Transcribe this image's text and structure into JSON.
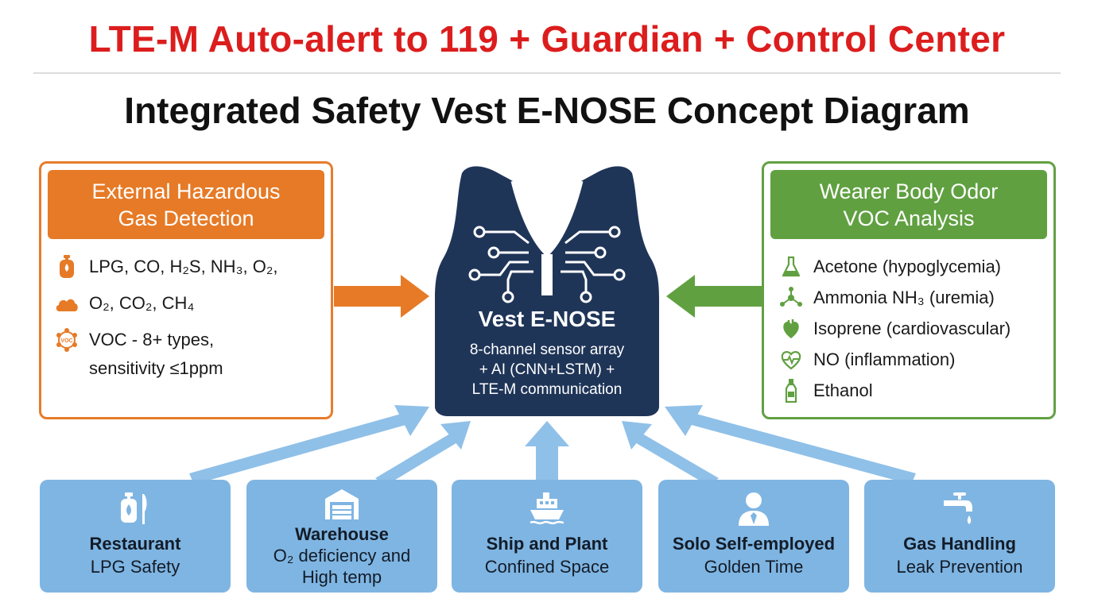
{
  "header": {
    "top_title": "LTE-M Auto-alert to 119 + Guardian + Control Center",
    "main_title": "Integrated Safety Vest E-NOSE Concept Diagram"
  },
  "left_panel": {
    "title_line1": "External Hazardous",
    "title_line2": "Gas Detection",
    "items": [
      {
        "icon": "gas-cylinder-icon",
        "text": "LPG, CO, H₂S, NH₃, O₂,"
      },
      {
        "icon": "cloud-icon",
        "text": "O₂, CO₂, CH₄"
      },
      {
        "icon": "voc-molecule-icon",
        "text": "VOC - 8+ types,",
        "text2": "sensitivity ≤1ppm",
        "badge": "VOC"
      }
    ]
  },
  "right_panel": {
    "title_line1": "Wearer Body Odor",
    "title_line2": "VOC Analysis",
    "items": [
      {
        "icon": "flask-icon",
        "text": "Acetone (hypoglycemia)"
      },
      {
        "icon": "molecule-icon",
        "text": "Ammonia NH₃ (uremia)"
      },
      {
        "icon": "heart-icon",
        "text": "Isoprene (cardiovascular)"
      },
      {
        "icon": "heart-pulse-icon",
        "text": "NO (inflammation)"
      },
      {
        "icon": "bottle-icon",
        "text": "Ethanol"
      }
    ]
  },
  "vest": {
    "title": "Vest E-NOSE",
    "line1": "8-channel sensor array",
    "line2": "+ AI (CNN+LSTM) +",
    "line3": "LTE-M communication"
  },
  "cards": [
    {
      "icon": "gas-cylinder-knife-icon",
      "title": "Restaurant",
      "sub1": "LPG Safety",
      "sub2": ""
    },
    {
      "icon": "warehouse-icon",
      "title": "Warehouse",
      "sub1": "O₂ deficiency and",
      "sub2": "High temp"
    },
    {
      "icon": "ship-icon",
      "title": "Ship and Plant",
      "sub1": "Confined Space",
      "sub2": ""
    },
    {
      "icon": "person-icon",
      "title": "Solo Self-employed",
      "sub1": "Golden Time",
      "sub2": ""
    },
    {
      "icon": "faucet-icon",
      "title": "Gas Handling",
      "sub1": "Leak Prevention",
      "sub2": ""
    }
  ],
  "colors": {
    "alert_red": "#dc1d1d",
    "orange": "#e67a26",
    "green": "#60a041",
    "navy": "#1f3558",
    "light_blue": "#7fb5e2"
  }
}
